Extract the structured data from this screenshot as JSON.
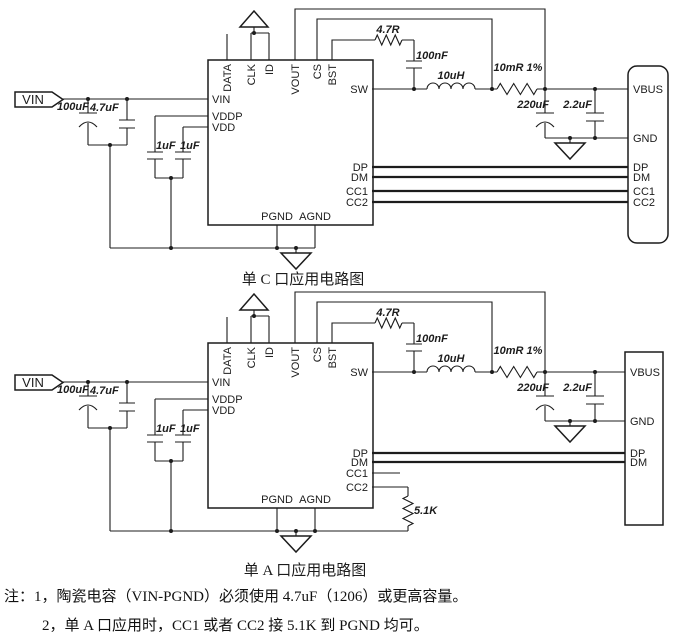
{
  "circuit_c": {
    "caption": "单 C 口应用电路图",
    "input_label": "VIN",
    "ic_pins": {
      "data": "DATA",
      "clk": "CLK",
      "id": "ID",
      "vout": "VOUT",
      "cs": "CS",
      "bst": "BST",
      "vin": "VIN",
      "vddp": "VDDP",
      "vdd": "VDD",
      "sw": "SW",
      "pgnd": "PGND",
      "agnd": "AGND",
      "dp": "DP",
      "dm": "DM",
      "cc1": "CC1",
      "cc2": "CC2"
    },
    "components": {
      "c_in_bulk": "100uF",
      "c_in_ceramic": "4.7uF",
      "c_vddp": "1uF",
      "c_vdd": "1uF",
      "r_bst": "4.7R",
      "c_bst": "100nF",
      "inductor": "10uH",
      "r_sense": "10mR 1%",
      "c_out_bulk": "220uF",
      "c_out_ceramic": "2.2uF"
    },
    "connector": {
      "vbus": "VBUS",
      "gnd": "GND",
      "dp": "DP",
      "dm": "DM",
      "cc1": "CC1",
      "cc2": "CC2"
    }
  },
  "circuit_a": {
    "caption": "单 A 口应用电路图",
    "input_label": "VIN",
    "ic_pins": {
      "data": "DATA",
      "clk": "CLK",
      "id": "ID",
      "vout": "VOUT",
      "cs": "CS",
      "bst": "BST",
      "vin": "VIN",
      "vddp": "VDDP",
      "vdd": "VDD",
      "sw": "SW",
      "pgnd": "PGND",
      "agnd": "AGND",
      "dp": "DP",
      "dm": "DM",
      "cc1": "CC1",
      "cc2": "CC2"
    },
    "components": {
      "c_in_bulk": "100uF",
      "c_in_ceramic": "4.7uF",
      "c_vddp": "1uF",
      "c_vdd": "1uF",
      "r_bst": "4.7R",
      "c_bst": "100nF",
      "inductor": "10uH",
      "r_sense": "10mR 1%",
      "c_out_bulk": "220uF",
      "c_out_ceramic": "2.2uF",
      "r_cc": "5.1K"
    },
    "connector": {
      "vbus": "VBUS",
      "gnd": "GND",
      "dp": "DP",
      "dm": "DM"
    }
  },
  "notes": {
    "line1": "注：1，陶瓷电容（VIN-PGND）必须使用 4.7uF（1206）或更高容量。",
    "line2": "2，单 A 口应用时，CC1 或者 CC2 接 5.1K 到 PGND 均可。"
  }
}
